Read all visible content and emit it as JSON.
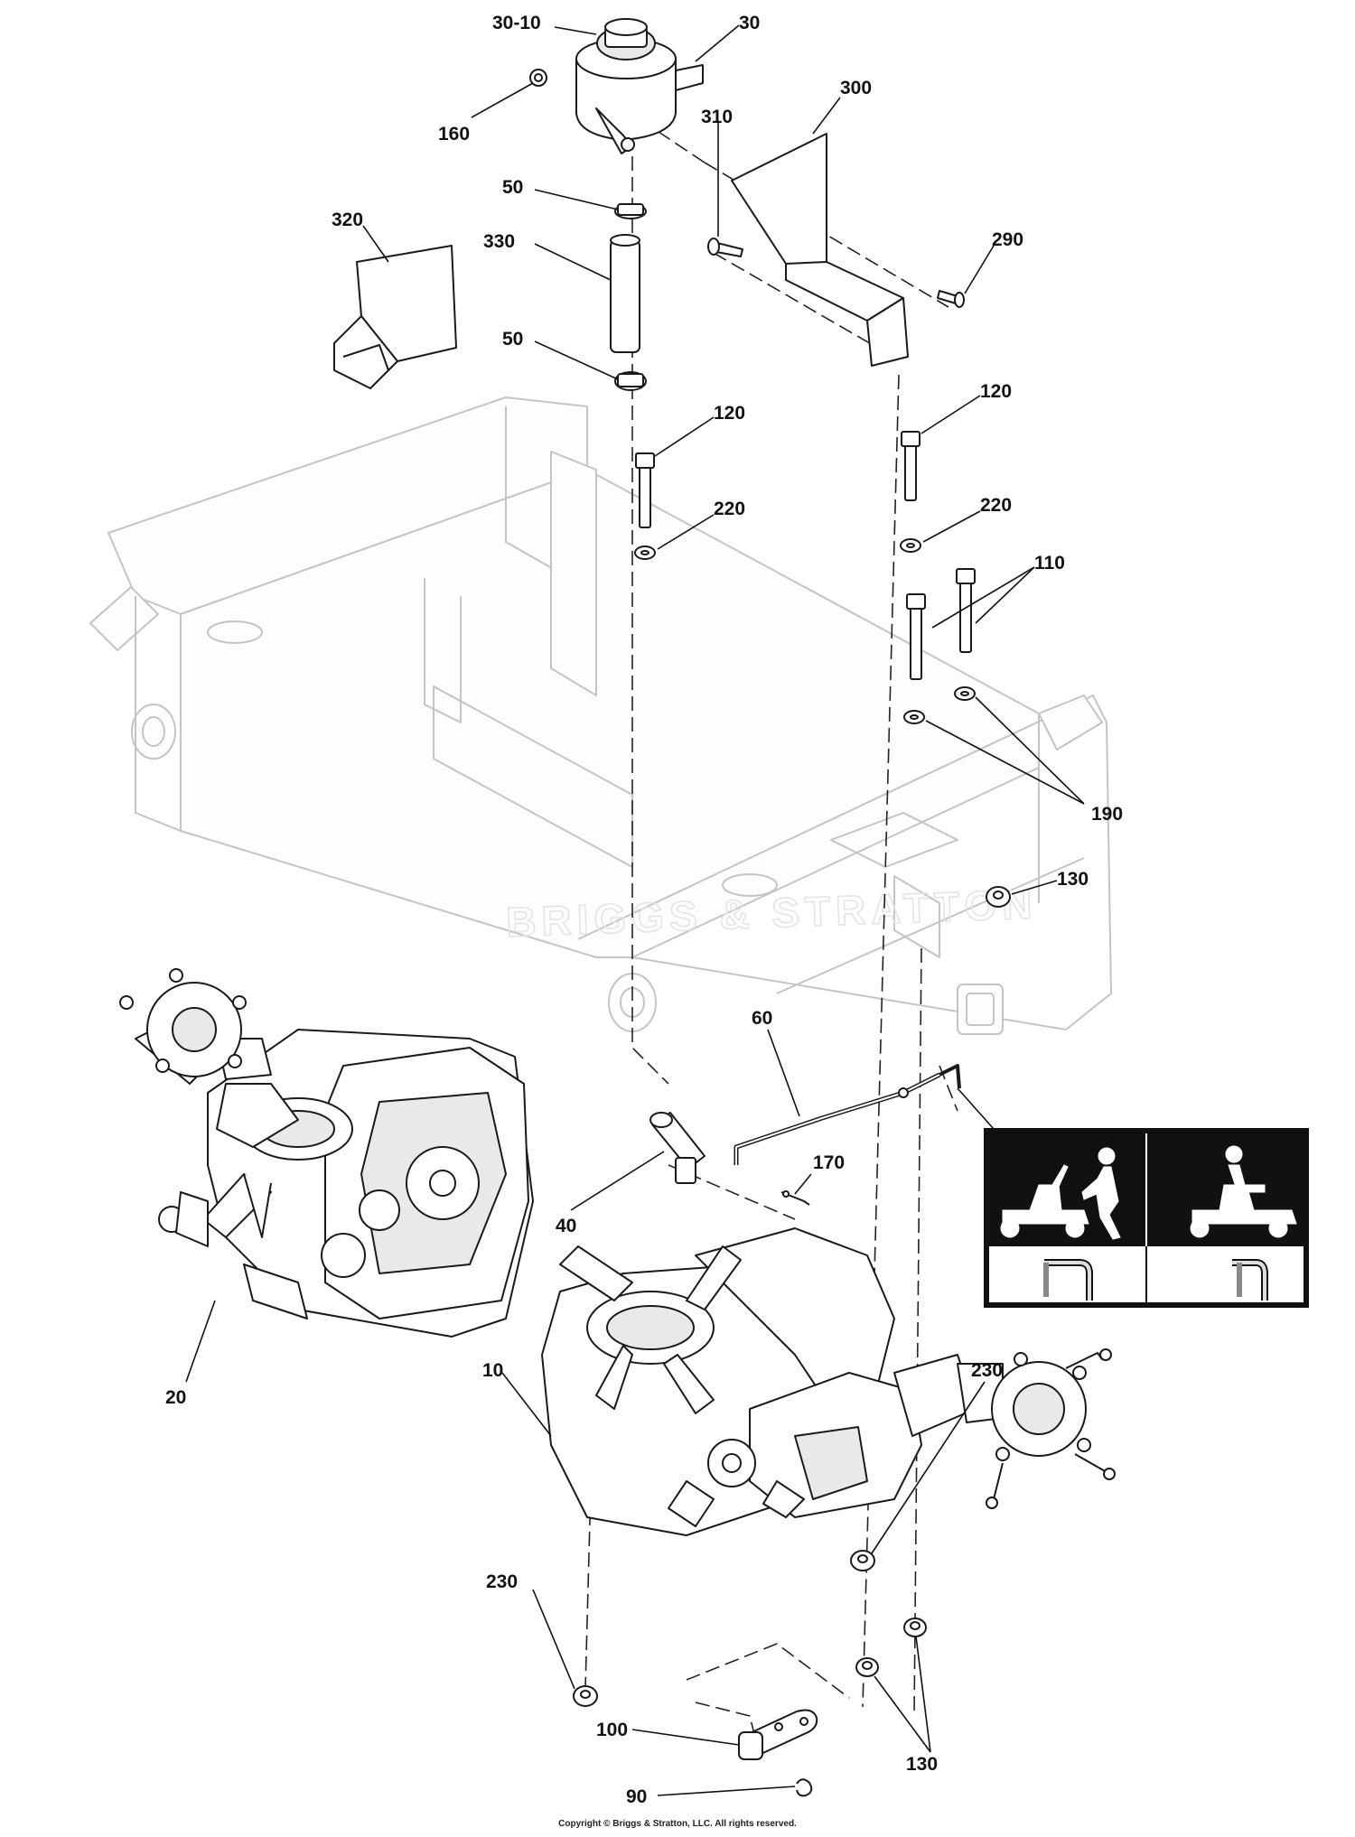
{
  "callouts": [
    {
      "id": "30-10",
      "text": "30-10"
    },
    {
      "id": "30",
      "text": "30"
    },
    {
      "id": "160",
      "text": "160"
    },
    {
      "id": "300",
      "text": "300"
    },
    {
      "id": "310",
      "text": "310"
    },
    {
      "id": "50a",
      "text": "50"
    },
    {
      "id": "320",
      "text": "320"
    },
    {
      "id": "330",
      "text": "330"
    },
    {
      "id": "290",
      "text": "290"
    },
    {
      "id": "50b",
      "text": "50"
    },
    {
      "id": "120a",
      "text": "120"
    },
    {
      "id": "120b",
      "text": "120"
    },
    {
      "id": "220a",
      "text": "220"
    },
    {
      "id": "220b",
      "text": "220"
    },
    {
      "id": "110",
      "text": "110"
    },
    {
      "id": "190",
      "text": "190"
    },
    {
      "id": "130a",
      "text": "130"
    },
    {
      "id": "60",
      "text": "60"
    },
    {
      "id": "170",
      "text": "170"
    },
    {
      "id": "40",
      "text": "40"
    },
    {
      "id": "20",
      "text": "20"
    },
    {
      "id": "10",
      "text": "10"
    },
    {
      "id": "230a",
      "text": "230"
    },
    {
      "id": "230b",
      "text": "230"
    },
    {
      "id": "100",
      "text": "100"
    },
    {
      "id": "130b",
      "text": "130"
    },
    {
      "id": "90",
      "text": "90"
    }
  ],
  "watermark": "BRIGGS & STRATTON",
  "copyright": "Copyright © Briggs & Stratton, LLC. All rights reserved."
}
